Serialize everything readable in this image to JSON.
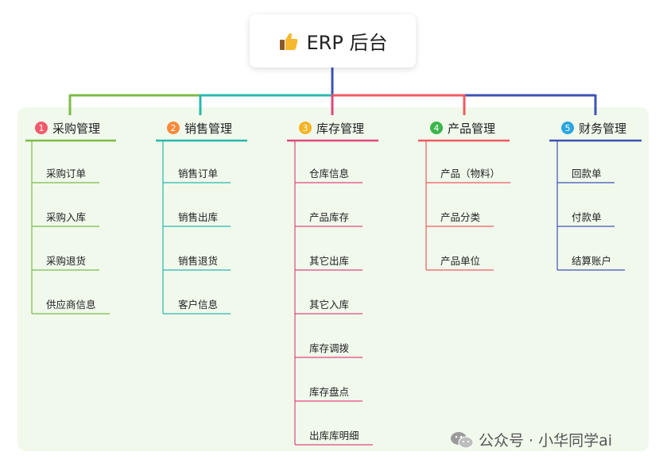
{
  "root": {
    "title": "ERP 后台",
    "icon": "thumbs-up-icon"
  },
  "branches": [
    {
      "num": "1",
      "label": "采购管理",
      "color": "#7dbb47",
      "badge": "#f25a6b",
      "items": [
        "采购订单",
        "采购入库",
        "采购退货",
        "供应商信息"
      ]
    },
    {
      "num": "2",
      "label": "销售管理",
      "color": "#2ab8ac",
      "badge": "#f88a3c",
      "items": [
        "销售订单",
        "销售出库",
        "销售退货",
        "客户信息"
      ]
    },
    {
      "num": "3",
      "label": "库存管理",
      "color": "#e0487f",
      "badge": "#f6b324",
      "items": [
        "仓库信息",
        "产品库存",
        "其它出库",
        "其它入库",
        "库存调拨",
        "库存盘点",
        "出库库明细"
      ]
    },
    {
      "num": "4",
      "label": "产品管理",
      "color": "#ef5b60",
      "badge": "#3cb54a",
      "items": [
        "产品（物料）",
        "产品分类",
        "产品单位"
      ]
    },
    {
      "num": "5",
      "label": "财务管理",
      "color": "#3f52b5",
      "badge": "#2aa6e0",
      "items": [
        "回款单",
        "付款单",
        "结算账户"
      ]
    }
  ],
  "watermark": {
    "text": "公众号 · 小华同学ai",
    "icon": "wechat-icon"
  }
}
